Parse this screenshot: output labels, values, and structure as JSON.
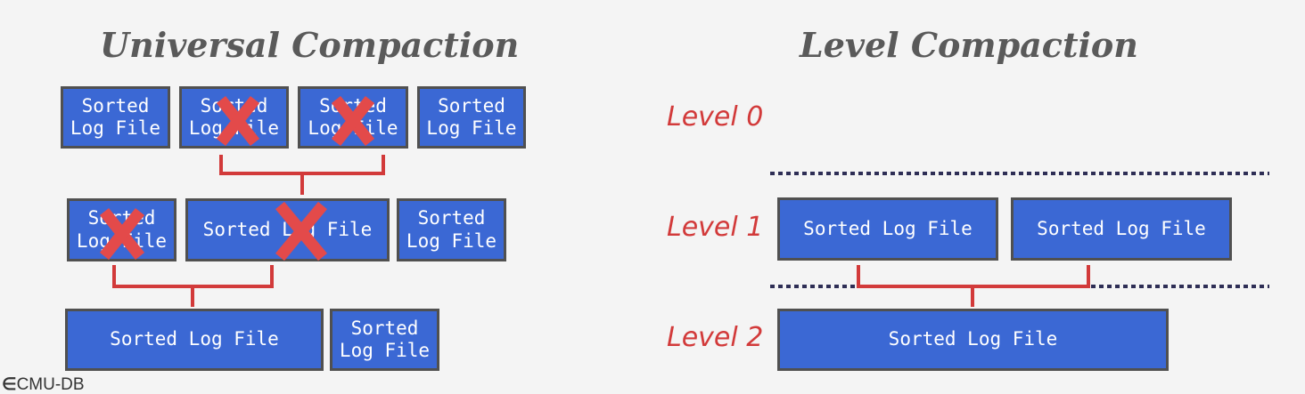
{
  "left": {
    "title": "Universal Compaction",
    "row1": [
      "Sorted\nLog File",
      "Sorted\nLog File",
      "Sorted\nLog File",
      "Sorted\nLog File"
    ],
    "row2": [
      "Sorted\nLog File",
      "Sorted Log File",
      "Sorted\nLog File"
    ],
    "row3": [
      "Sorted Log File",
      "Sorted\nLog File"
    ]
  },
  "right": {
    "title": "Level Compaction",
    "levels": [
      "Level 0",
      "Level 1",
      "Level 2"
    ],
    "level1_files": [
      "Sorted Log File",
      "Sorted Log File"
    ],
    "level2_files": [
      "Sorted Log File"
    ]
  },
  "footer": {
    "logo": "CMU-DB"
  },
  "colors": {
    "box": "#3b68d4",
    "border": "#505050",
    "accent": "#d23a3a",
    "separator": "#2e2e55"
  }
}
